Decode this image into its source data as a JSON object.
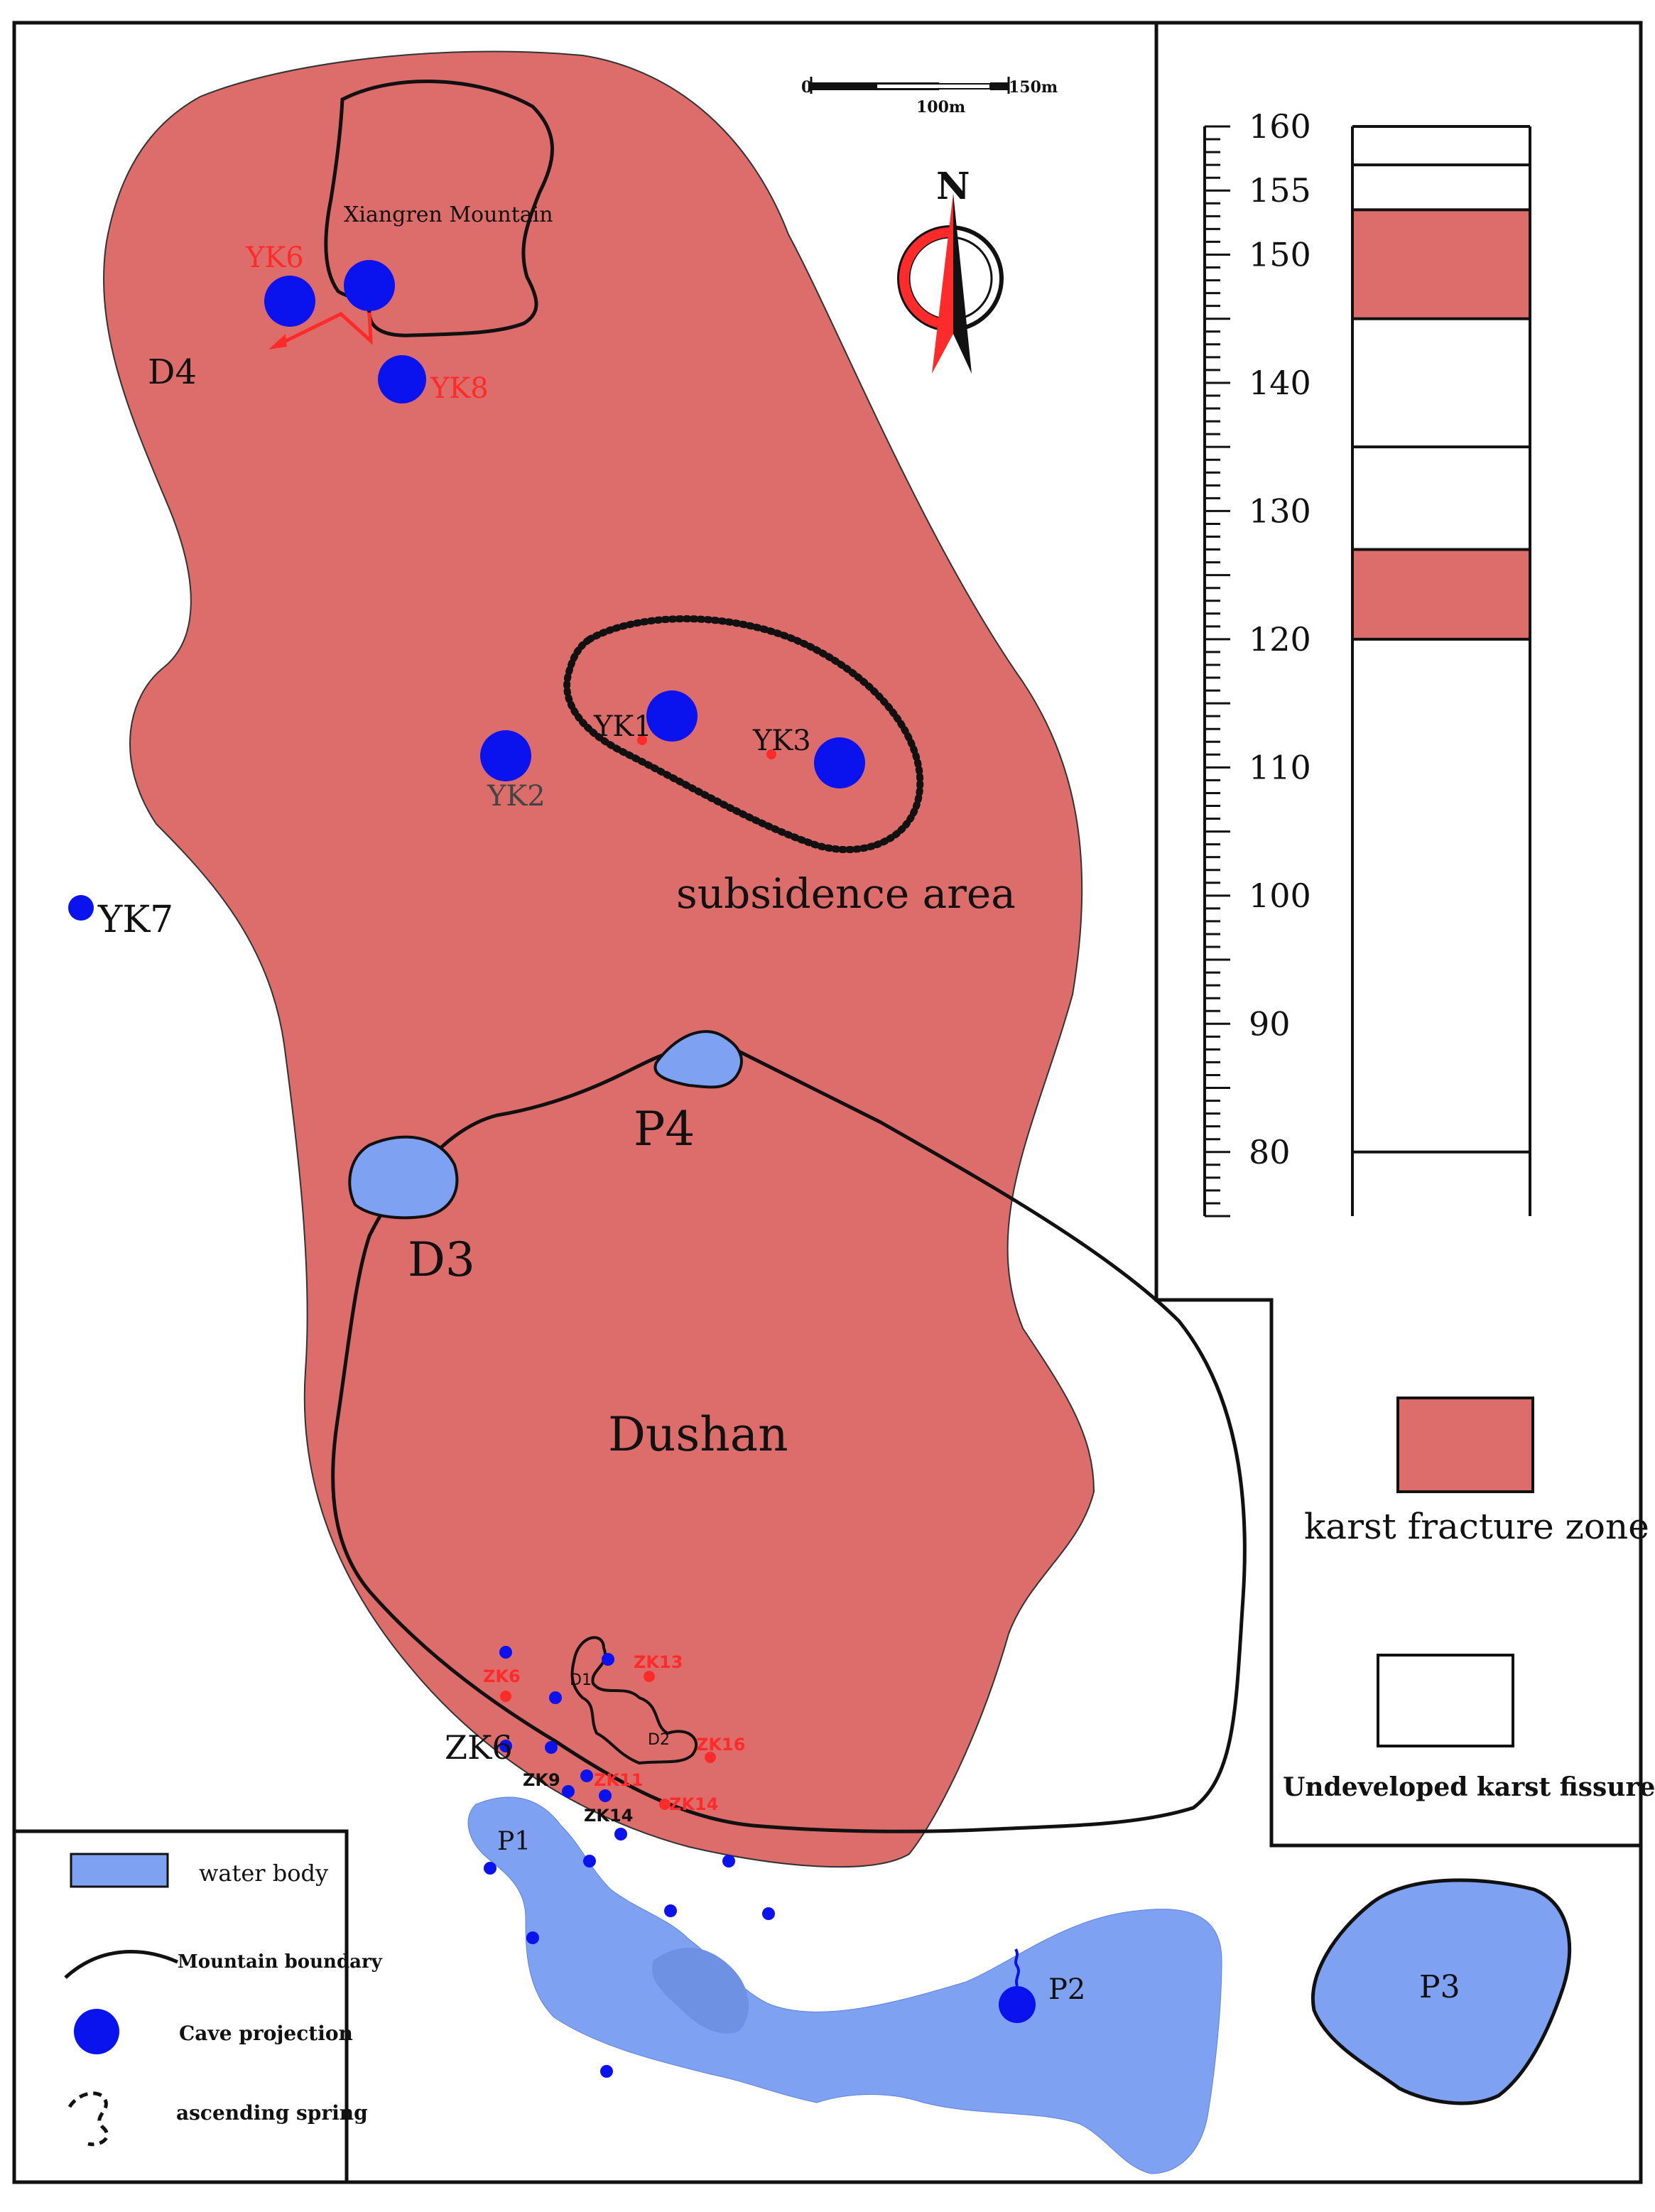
{
  "colors": {
    "karst_zone": "#dd6d6b",
    "water": "#7fa1f2",
    "cave": "#0a12ee",
    "red_label": "#ff2a2a",
    "line": "#111111",
    "background": "#ffffff"
  },
  "scale_bar": {
    "start": "0",
    "mid": "100m",
    "end": "150m"
  },
  "north_arrow": {
    "label": "N"
  },
  "areas": {
    "xiangren": "Xiangren Mountain",
    "d4": "D4",
    "d3": "D3",
    "p4": "P4",
    "dushan": "Dushan",
    "subsidence": "subsidence area",
    "p1": "P1",
    "p2": "P2",
    "p3": "P3"
  },
  "caves": {
    "yk6": "YK6",
    "yk8": "YK8",
    "yk1": "YK1",
    "yk2": "YK2",
    "yk3": "YK3",
    "yk7": "YK7"
  },
  "boreholes": {
    "zk6_red": "ZK6",
    "zk13": "ZK13",
    "zk16": "ZK16",
    "zk11": "ZK11",
    "zk14_red": "ZK14",
    "zk9": "ZK9",
    "zk14_black": "ZK14",
    "zk6_black": "ZK6",
    "d1": "D1",
    "d2": "D2"
  },
  "column": {
    "ticks": [
      "160",
      "155",
      "150",
      "140",
      "130",
      "120",
      "110",
      "100",
      "90",
      "80"
    ],
    "axis_min": 75,
    "axis_max": 160,
    "fracture_zones": [
      [
        145,
        153.5
      ],
      [
        120,
        127
      ]
    ],
    "divisions": [
      157,
      135,
      80
    ]
  },
  "legend_right": {
    "karst": "karst fracture zone",
    "undeveloped": "Undeveloped karst fissures"
  },
  "legend_left": {
    "water": "water body",
    "mountain": "Mountain boundary",
    "cave": "Cave projection",
    "spring": "ascending spring"
  }
}
